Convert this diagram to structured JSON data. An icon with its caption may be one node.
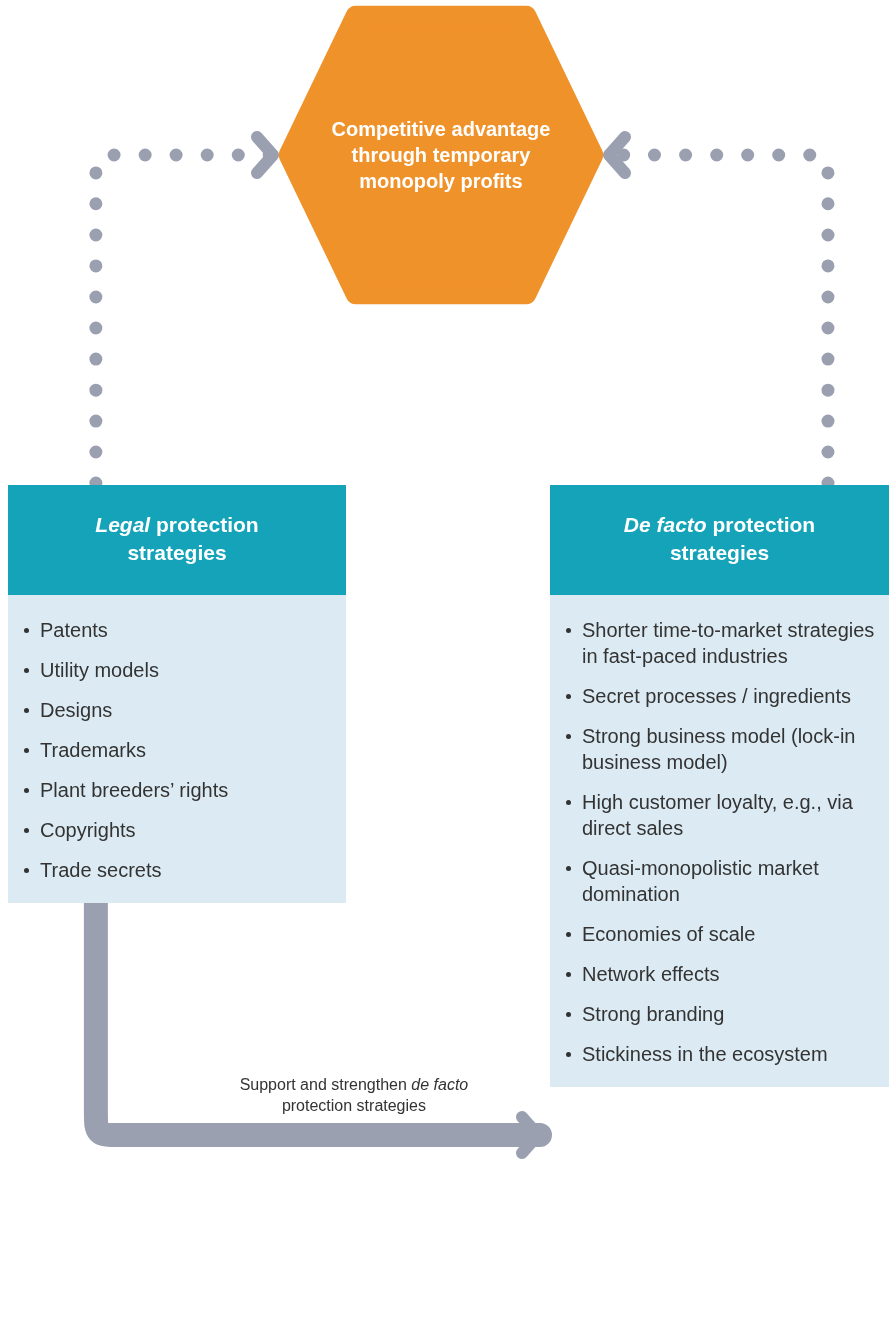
{
  "diagram": {
    "nodes": [
      {
        "text": [
          "Competitive advantage through temporary monopoly profits"
        ]
      },
      {
        "text": [
          "*Legal* protection strategies",
          "Patents",
          "Utility models",
          "Designs",
          "Trademarks",
          "Plant breeders’ rights",
          "Copyrights",
          "Trade secrets"
        ]
      },
      {
        "text": [
          "*De facto* protection strategies",
          "Shorter time-to-market strategies in fast-paced industries",
          "Secret processes / ingredients",
          "Strong business model (lock-in business model)",
          "High customer loyalty, e.g., via direct sales",
          "Quasi-monopolistic market domination",
          "Economies of scale",
          "Network effects",
          "Strong branding",
          "Stickiness in the ecosystem"
        ]
      }
    ],
    "edges": [
      {
        "from": 1,
        "to": 0,
        "arrow": "to",
        "style": "dashed"
      },
      {
        "from": 2,
        "to": 0,
        "arrow": "to",
        "style": "dashed"
      },
      {
        "from": 1,
        "to": 2,
        "arrow": "to",
        "style": "thick",
        "label": "Support and strengthen *de facto* protection strategies"
      }
    ]
  }
}
